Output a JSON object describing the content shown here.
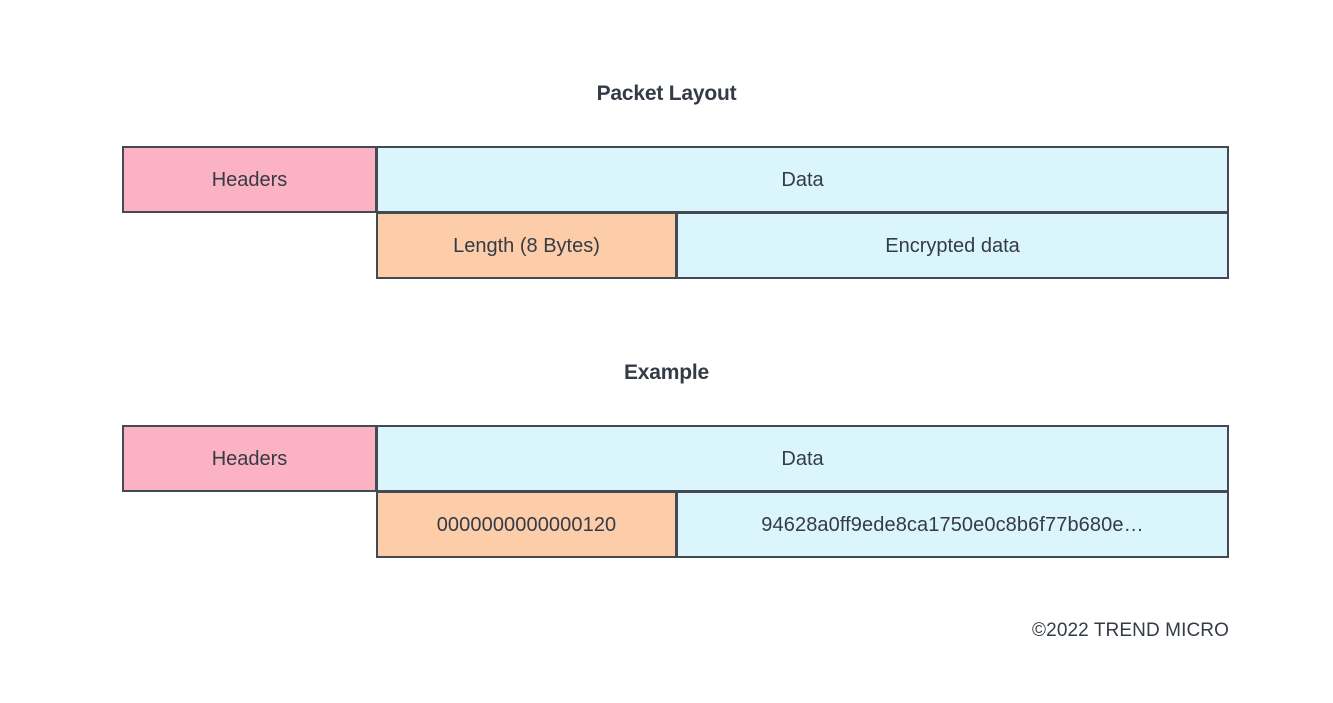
{
  "sections": [
    {
      "title": "Packet Layout",
      "upper_row": [
        {
          "label": "Headers",
          "color": "#FBB2C3"
        },
        {
          "label": "Data",
          "color": "#DAF5FC"
        }
      ],
      "lower_row": [
        {
          "label": "Length (8 Bytes)",
          "color": "#FCCDA8"
        },
        {
          "label": "Encrypted data",
          "color": "#DAF5FC"
        }
      ]
    },
    {
      "title": "Example",
      "upper_row": [
        {
          "label": "Headers",
          "color": "#FBB2C3"
        },
        {
          "label": "Data",
          "color": "#DAF5FC"
        }
      ],
      "lower_row": [
        {
          "label": "0000000000000120",
          "color": "#FCCDA8"
        },
        {
          "label": "94628a0ff9ede8ca1750e0c8b6f77b680e…",
          "color": "#DAF5FC"
        }
      ]
    }
  ],
  "footer": {
    "copyright": "©2022 TREND MICRO"
  },
  "palette": {
    "background": "#FFFFFF",
    "headers_fill": "#FBB2C3",
    "data_fill": "#DAF5FC",
    "length_fill": "#FCCDA8",
    "border": "#434A54",
    "text": "#353B45"
  }
}
